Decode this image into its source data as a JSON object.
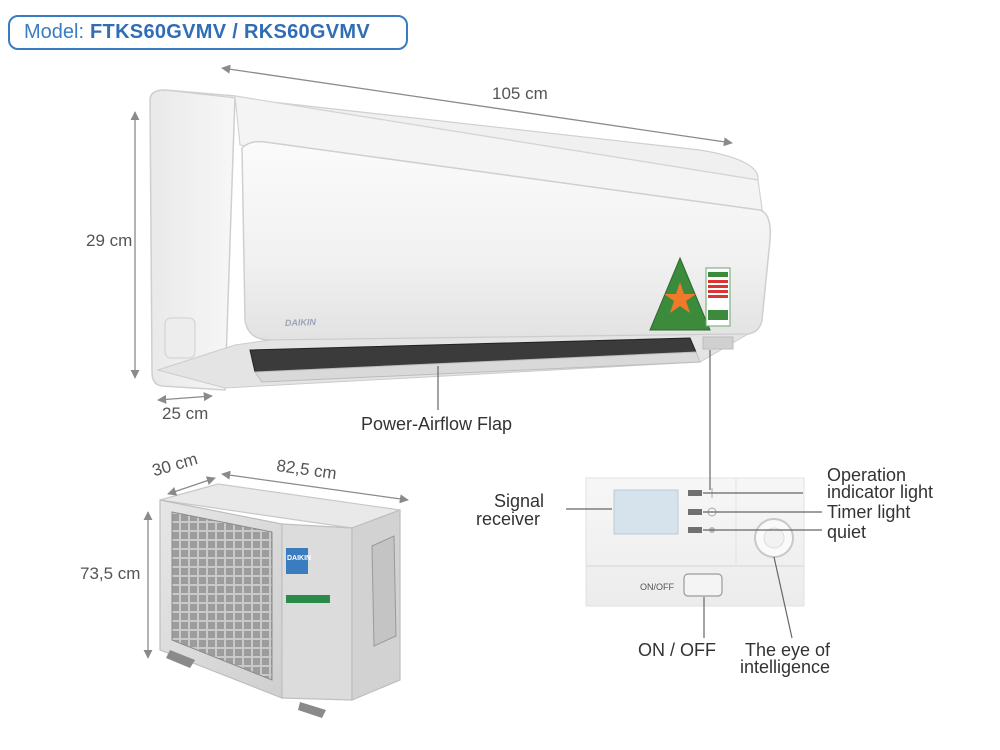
{
  "model": {
    "label": "Model:",
    "value": "FTKS60GVMV / RKS60GVMV"
  },
  "indoor_unit": {
    "brand": "DAIKIN",
    "width": "105 cm",
    "height": "29 cm",
    "depth": "25 cm",
    "flap_label": "Power-Airflow Flap"
  },
  "outdoor_unit": {
    "brand": "DAIKIN",
    "depth": "30 cm",
    "width": "82,5 cm",
    "height": "73,5 cm"
  },
  "control_panel": {
    "signal_receiver_line1": "Signal",
    "signal_receiver_line2": "receiver",
    "operation_line1": "Operation",
    "operation_line2": "indicator light",
    "timer": "Timer light",
    "quiet": "quiet",
    "onoff_button": "ON/OFF",
    "onoff_label": "ON / OFF",
    "eye_line1": "The eye of",
    "eye_line2": "intelligence"
  },
  "colors": {
    "accent": "#3a7cc0",
    "dimension_line": "#8a8a8a",
    "leader_line": "#666666"
  }
}
